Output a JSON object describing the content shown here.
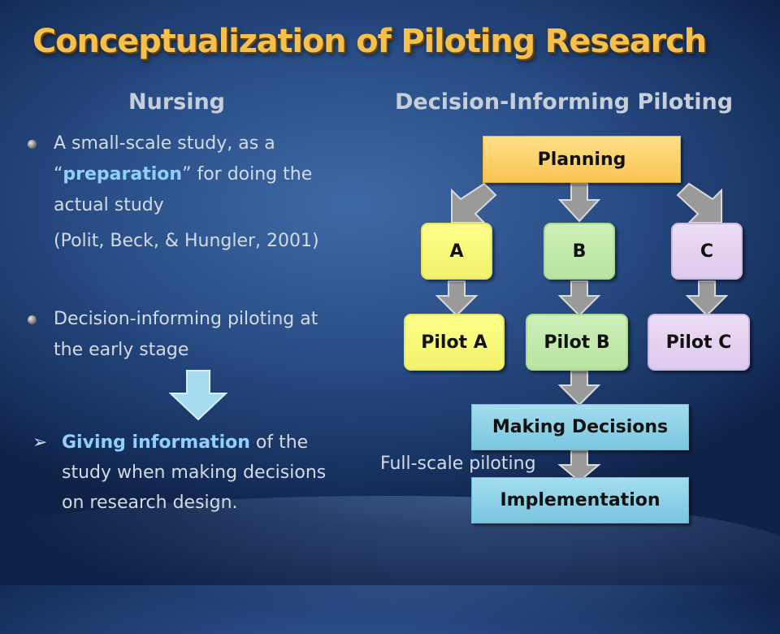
{
  "title": "Conceptualization of Piloting Research",
  "left": {
    "heading": "Nursing",
    "bullet1": {
      "line1": "A small-scale study, as a",
      "line2_prefix": "“",
      "line2_highlight": "preparation",
      "line2_suffix": "”  for doing the",
      "line3": "actual study",
      "citation": "(Polit, Beck, & Hungler, 2001)"
    },
    "bullet2": {
      "line1": "Decision-informing piloting at",
      "line2": "the early stage"
    },
    "sub_bullet": {
      "marker": "➢",
      "highlight": "Giving information",
      "rest1": " of the",
      "line2": "study when making decisions",
      "line3": "on research design."
    }
  },
  "right": {
    "heading": "Decision-Informing Piloting",
    "planning": "Planning",
    "options": [
      "A",
      "B",
      "C"
    ],
    "pilots": [
      "Pilot A",
      "Pilot B",
      "Pilot C"
    ],
    "decisions": "Making Decisions",
    "full_scale": "Full-scale piloting",
    "implementation": "Implementation"
  },
  "colors": {
    "title": "#f7c04a",
    "highlight": "#8fd0ff",
    "yellow_box": "#ffff8a",
    "green_box": "#c4eaae",
    "lavender_box": "#e4d3f1",
    "planning_box": "#fbd16a",
    "teal_box": "#8fd3ea",
    "big_arrow": "#a6dcef",
    "small_arrow": "#9a9a9a"
  }
}
